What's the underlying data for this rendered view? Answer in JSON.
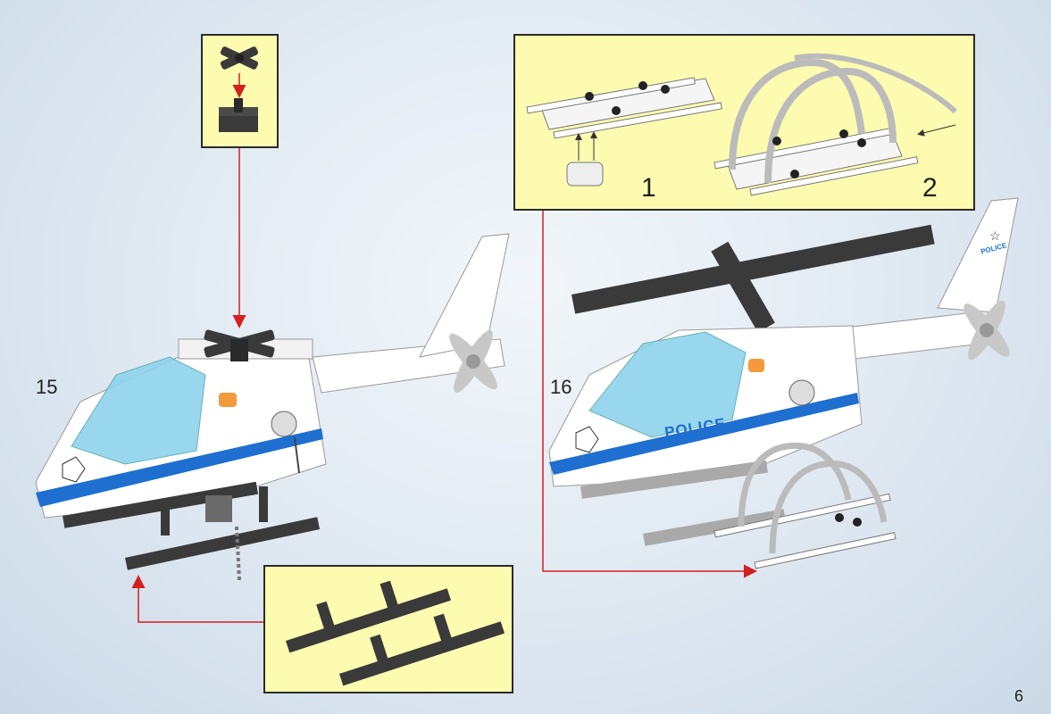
{
  "steps": [
    {
      "number": "15"
    },
    {
      "number": "16"
    }
  ],
  "sub_steps": [
    "1",
    "2"
  ],
  "helicopter_decals": {
    "side_text": "POLICE",
    "tail_text": "POLICE"
  },
  "page_number": "6",
  "colors": {
    "callout_fill": "#fdfbb0",
    "arrow": "#d21f1f",
    "police_blue": "#1e6fd0",
    "brick_dark": "#3a3a3a",
    "brick_white": "#ffffff",
    "canopy": "#8fd3ee"
  }
}
